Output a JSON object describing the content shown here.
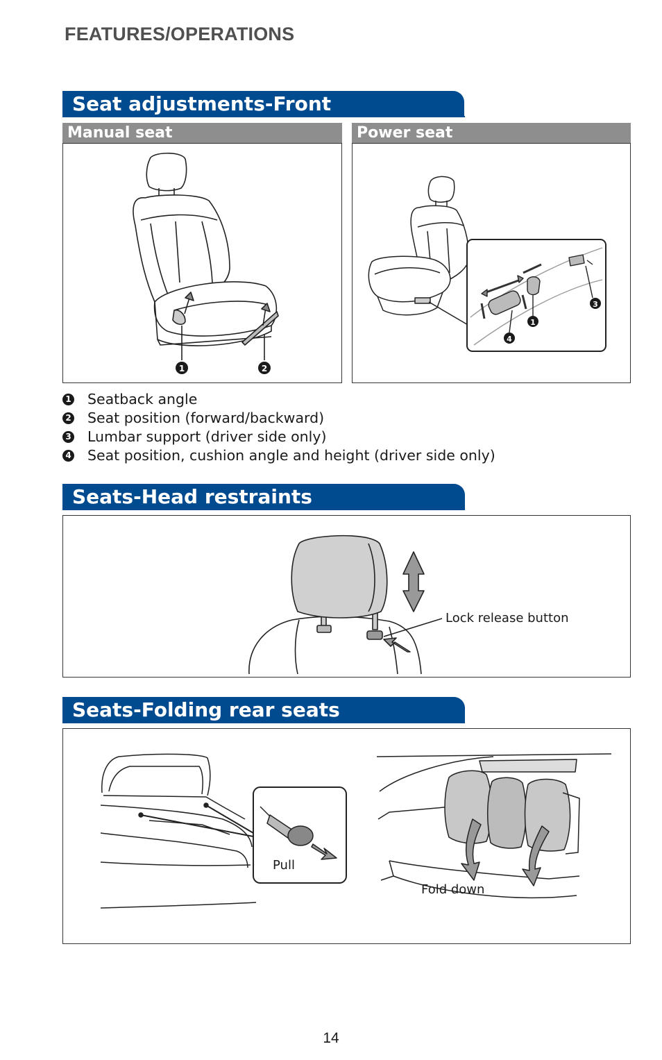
{
  "header": {
    "section": "FEATURES/OPERATIONS"
  },
  "front": {
    "title": "Seat adjustments-Front",
    "manual_label": "Manual seat",
    "power_label": "Power seat",
    "manual_markers": [
      "1",
      "2"
    ],
    "power_markers": [
      "1",
      "3",
      "4"
    ]
  },
  "legend": [
    {
      "num": "1",
      "text": "Seatback angle"
    },
    {
      "num": "2",
      "text": "Seat position (forward/backward)"
    },
    {
      "num": "3",
      "text": "Lumbar support (driver side only)"
    },
    {
      "num": "4",
      "text": "Seat position, cushion angle and height (driver side only)"
    }
  ],
  "head": {
    "title": "Seats-Head restraints",
    "callout": "Lock release button"
  },
  "rear": {
    "title": "Seats-Folding rear seats",
    "pull": "Pull",
    "fold": "Fold down"
  },
  "colors": {
    "accent": "#004a8f",
    "subhead": "#8e8e8e"
  },
  "page": {
    "number": "14"
  }
}
